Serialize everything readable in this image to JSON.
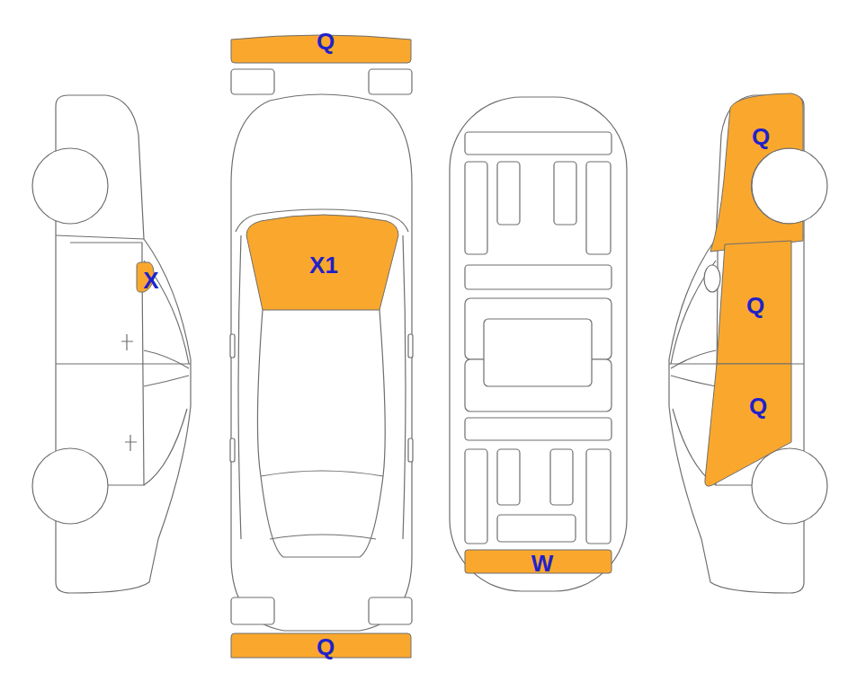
{
  "diagram": {
    "nodes": [
      {
        "text": [
          "Q"
        ]
      },
      {
        "text": [
          "Q"
        ]
      },
      {
        "text": [
          "X1"
        ]
      },
      {
        "text": [
          "X"
        ]
      },
      {
        "text": [
          "Q"
        ]
      },
      {
        "text": [
          "Q"
        ]
      },
      {
        "text": [
          "W"
        ]
      },
      {
        "text": [
          "Q"
        ]
      }
    ]
  }
}
